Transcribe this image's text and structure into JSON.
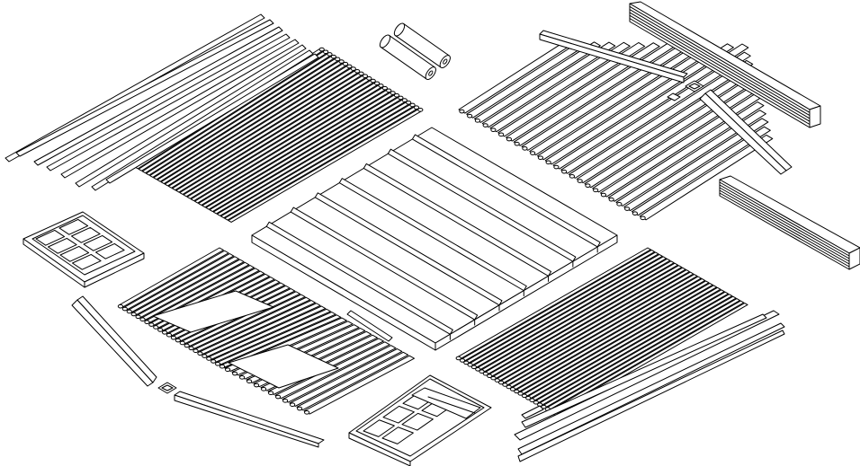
{
  "diagram": {
    "kind": "exploded isometric line drawing of a log cabin kit",
    "parts": [
      {
        "id": "back-wall-panel",
        "type": "plank wall panel"
      },
      {
        "id": "left-side-wall-panel",
        "type": "plank gable wall panel"
      },
      {
        "id": "front-wall-panel",
        "type": "plank wall panel with openings"
      },
      {
        "id": "right-side-wall-panel",
        "type": "plank wall panel"
      },
      {
        "id": "floor-platform",
        "type": "floor frame with joists"
      },
      {
        "id": "window-unit",
        "type": "double window frame"
      },
      {
        "id": "door-unit",
        "type": "double door frame"
      },
      {
        "id": "roof-board-stack-top",
        "type": "stacked boards"
      },
      {
        "id": "roof-board-stack-bottom",
        "type": "stacked boards"
      },
      {
        "id": "cylinder-rolls",
        "type": "two rolls"
      },
      {
        "id": "loose-trim-boards",
        "type": "long trim strips"
      },
      {
        "id": "diamond-brackets",
        "type": "small diamond fittings"
      }
    ],
    "ink_color": "#000000",
    "background_color": "#ffffff"
  }
}
